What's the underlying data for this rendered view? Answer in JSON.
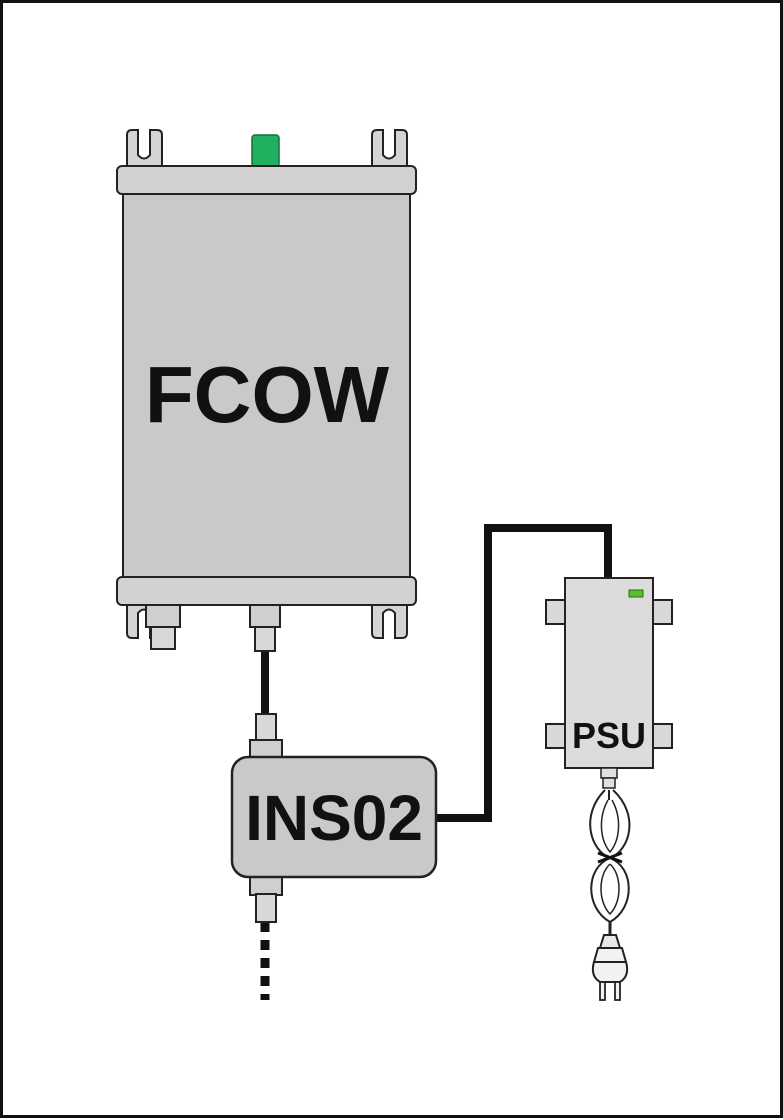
{
  "devices": {
    "fcow": {
      "label": "FCOW"
    },
    "ins02": {
      "label": "INS02"
    },
    "psu": {
      "label": "PSU"
    }
  },
  "colors": {
    "housing": "#c9c9c9",
    "outline": "#222222",
    "cable": "#111111",
    "status_led_fcow": "#20b060",
    "status_led_psu": "#5bbf2a"
  }
}
